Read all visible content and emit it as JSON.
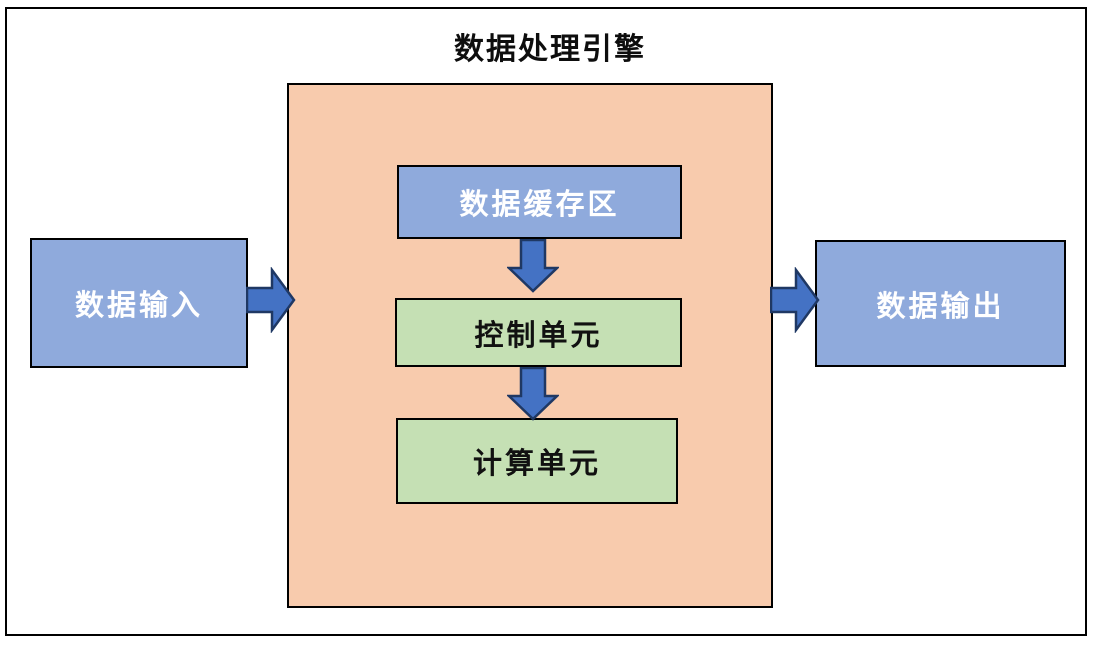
{
  "diagram": {
    "title": "数据处理引擎",
    "nodes": {
      "input": {
        "label": "数据输入"
      },
      "output": {
        "label": "数据输出"
      },
      "buffer": {
        "label": "数据缓存区"
      },
      "control": {
        "label": "控制单元"
      },
      "compute": {
        "label": "计算单元"
      }
    },
    "edges": [
      {
        "from": "数据输入",
        "to": "数据处理引擎"
      },
      {
        "from": "数据缓存区",
        "to": "控制单元"
      },
      {
        "from": "控制单元",
        "to": "计算单元"
      },
      {
        "from": "数据处理引擎",
        "to": "数据输出"
      }
    ],
    "colors": {
      "box_blue": "#8FAADC",
      "box_green": "#C5E0B4",
      "engine_orange": "#F8CBAD",
      "arrow_fill": "#4472C4",
      "arrow_stroke": "#1F3864",
      "border_black": "#000000",
      "label_on_blue": "#FFFFFF",
      "label_on_green": "#111111"
    }
  }
}
